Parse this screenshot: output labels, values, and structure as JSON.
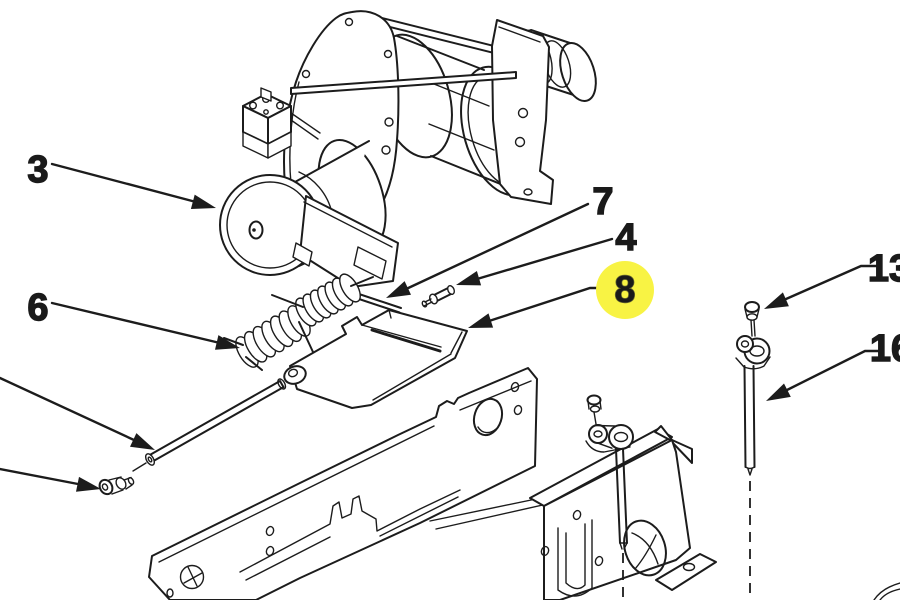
{
  "diagram": {
    "type": "exploded_parts_line_drawing",
    "colors": {
      "background": "#ffffff",
      "ink": "#1c1c1c",
      "highlight_fill": "#f8f344",
      "highlight_ink": "#6b6b30"
    },
    "highlight": {
      "label": "8",
      "shape": "circle"
    },
    "callouts": [
      {
        "label": "3",
        "highlighted": false
      },
      {
        "label": "6",
        "highlighted": false
      },
      {
        "label": "7",
        "highlighted": false
      },
      {
        "label": "4",
        "highlighted": false
      },
      {
        "label": "8",
        "highlighted": true
      },
      {
        "label": "13",
        "highlighted": false
      },
      {
        "label": "16",
        "highlighted": false
      }
    ]
  }
}
